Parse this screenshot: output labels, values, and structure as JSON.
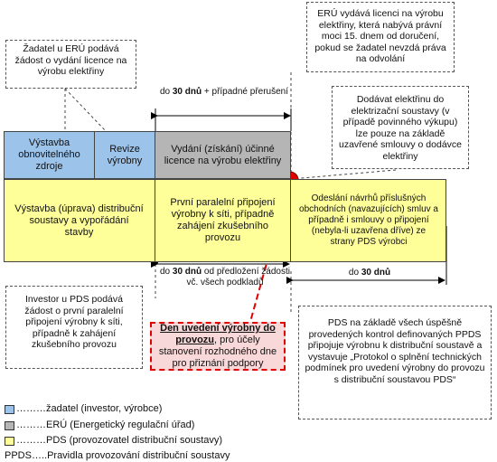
{
  "notes": {
    "zadatel_eru": "Žadatel u ERÚ podává žádost o vydání licence na výrobu elektřiny",
    "eru_vydava": "ERÚ vydává licenci na výrobu elektřiny, která nabývá právní moci 15. dnem od doručení, pokud se žadatel nevzdá práva na odvolání",
    "dodavat": "Dodávat elektřinu do elektrizační soustavy (v případě povinného výkupu) lze pouze na základě uzavřené smlouvy o dodávce elektřiny",
    "investor": "Investor u PDS podává žádost o první paralelní připojení výrobny k síti, případně k zahájení zkušebního provozu",
    "pds_zaklad": "PDS na základě všech úspěšně provedených kontrol definovaných PPDS připojuje výrobnu k distribuční soustavě a vystavuje „Protokol o splnění technických podmínek pro uvedení výrobny do provozu s distribuční soustavou PDS“"
  },
  "timing": {
    "top_prefix": "do ",
    "top_bold": "30 dnů",
    "top_rest": " + případné přerušení",
    "bottom_prefix": "do ",
    "bottom_bold": "30 dnů",
    "bottom_rest": " od předložení žádosti vč. všech podkladů",
    "right_prefix": "do ",
    "right_bold": "30 dnů"
  },
  "boxes": {
    "vystavba_zdroje": "Výstavba obnovitelného zdroje",
    "revize": "Revize výrobny",
    "vydani_licence": "Vydání (získání) účinné licence na výrobu elektřiny",
    "vystavba_ds": "Výstavba (úprava) distribuční soustavy a vypořádání stavby",
    "prvni_pripojeni": "První paralelní připojení výrobny k síti, případně zahájení zkušebního provozu",
    "odeslani": "Odeslání návrhů příslušných obchodních (navazujících) smluv a případně i smlouvy o připojení (nebyla-li uzavřena dříve) ze strany PDS výrobci"
  },
  "red_box": {
    "bold_underlined": "Den uvedení výrobny do provozu",
    "rest": ", pro účely stanovení rozhodného dne pro přiznání podpory"
  },
  "legend": [
    {
      "label": "………žadatel (investor, výrobce)",
      "color": "#9cc3ea"
    },
    {
      "label": "………ERÚ (Energetický regulační úřad)",
      "color": "#b5b5b5"
    },
    {
      "label": "………PDS (provozovatel distribuční soustavy)",
      "color": "#ffff99"
    },
    {
      "label": "PPDS…..Pravidla provozování distribuční soustavy"
    }
  ],
  "colors": {
    "zadatel": "#9cc3ea",
    "eru": "#b5b5b5",
    "pds": "#ffff99",
    "accent_red": "#e00000"
  }
}
